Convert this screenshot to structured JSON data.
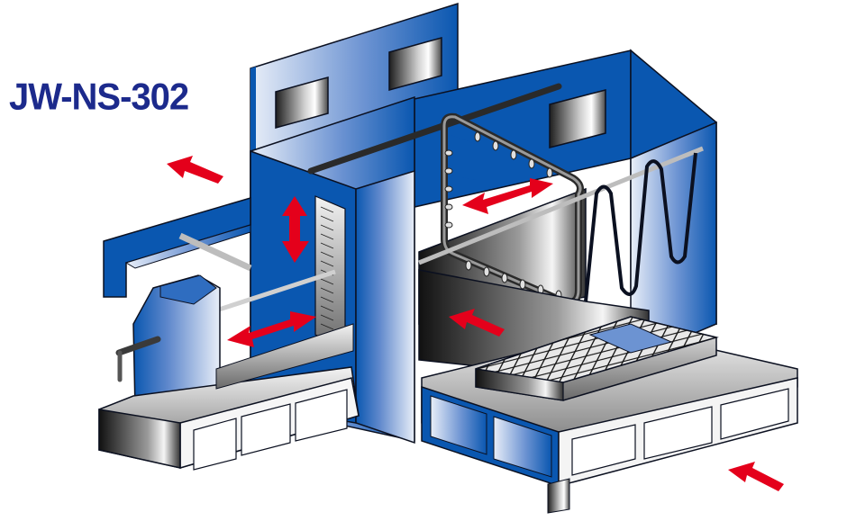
{
  "title": "JW-NS-302",
  "colors": {
    "title": "#1c2a8c",
    "machine_blue": "#0a57b0",
    "machine_blue_light": "#e6ecf7",
    "arrow_red": "#e4001b",
    "steel_dark": "#2a2a2a",
    "steel_light": "#f4f4f4",
    "outline": "#0b1020"
  },
  "illustration": {
    "subject": "wet-type dust collection workbench machine",
    "parts": [
      "rear-panel-with-windows",
      "left-vise-bench",
      "side-scale-panel",
      "filter-frame-with-nozzles",
      "water-curtain-coil",
      "grating-tray",
      "front-bench-frame"
    ],
    "arrows": [
      {
        "id": "exhaust-arrow",
        "direction": "up-left"
      },
      {
        "id": "vertical-adjust-arrow",
        "direction": "up-down"
      },
      {
        "id": "horizontal-adjust-arrow",
        "direction": "left-right"
      },
      {
        "id": "filter-slide-arrow",
        "direction": "left-right"
      },
      {
        "id": "intake-arrow-inner",
        "direction": "up-left"
      },
      {
        "id": "intake-arrow-outer",
        "direction": "up-left"
      }
    ]
  }
}
